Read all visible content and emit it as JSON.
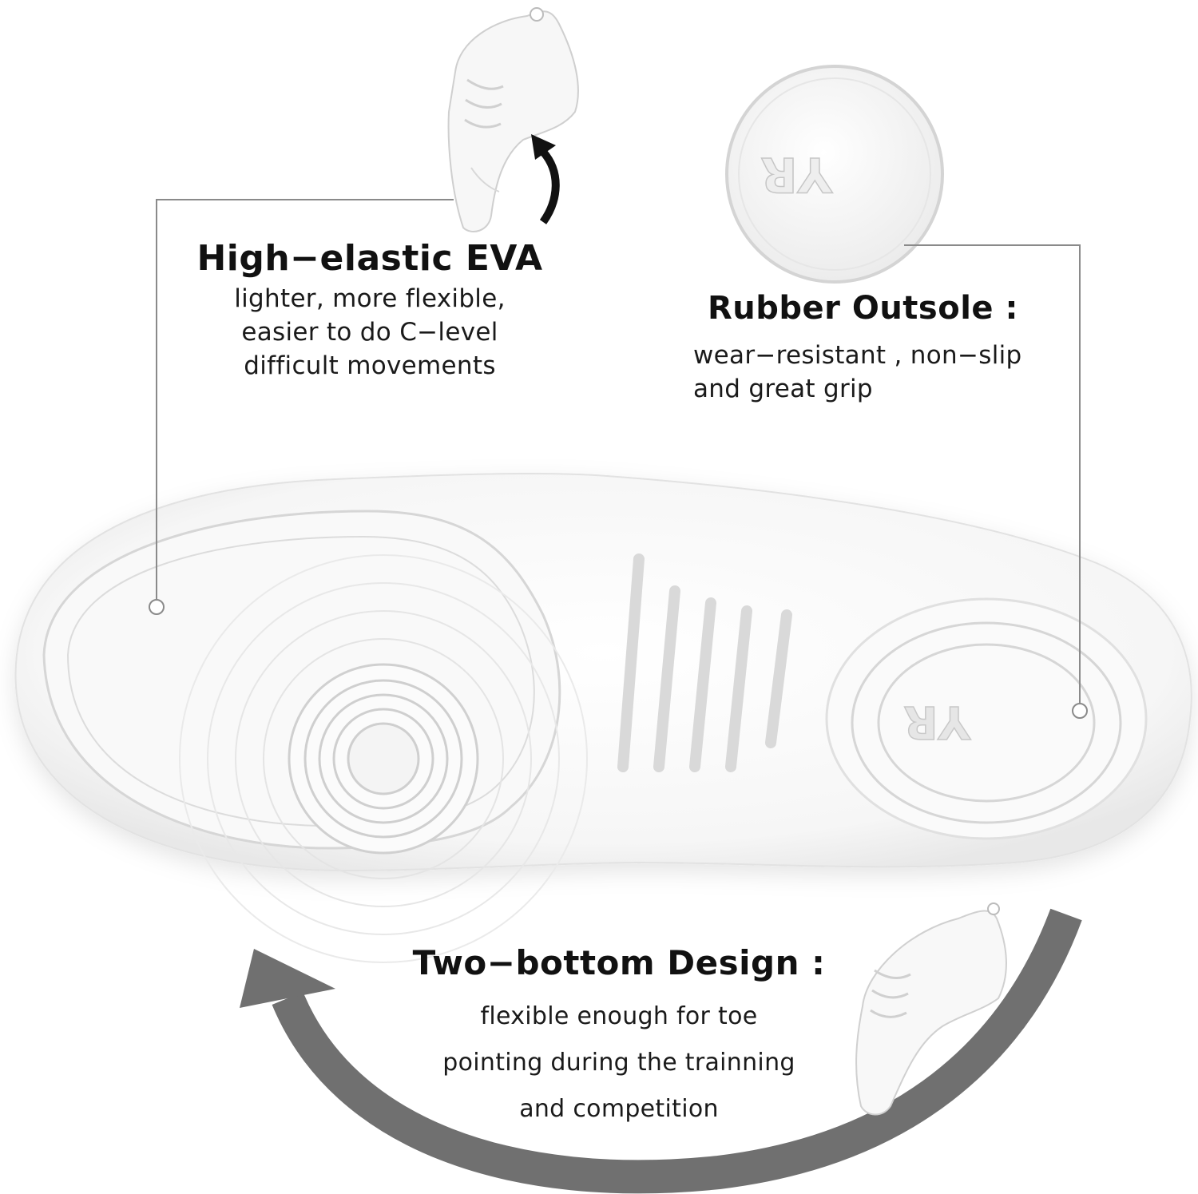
{
  "features": {
    "eva": {
      "title": "High−elastic EVA",
      "lines": [
        "lighter, more flexible,",
        "easier to do C−level",
        "difficult movements"
      ]
    },
    "rubber": {
      "title": "Rubber Outsole :",
      "lines": [
        "wear−resistant , non−slip",
        "and great grip"
      ]
    },
    "two_bottom": {
      "title": "Two−bottom Design :",
      "lines": [
        "flexible enough for toe",
        "pointing during the trainning",
        "and competition"
      ]
    }
  },
  "logo_text": "YR",
  "colors": {
    "background": "#ffffff",
    "text": "#111111",
    "callout_line": "#8a8a8a",
    "arrow_large": "#6f6f6f",
    "arrow_small": "#111111",
    "sole": "#f7f7f7",
    "sole_shadow": "#d9d9d9"
  },
  "icons": {
    "arrow_large": "curved-arrow-icon",
    "arrow_small": "curved-arrow-up-icon"
  }
}
